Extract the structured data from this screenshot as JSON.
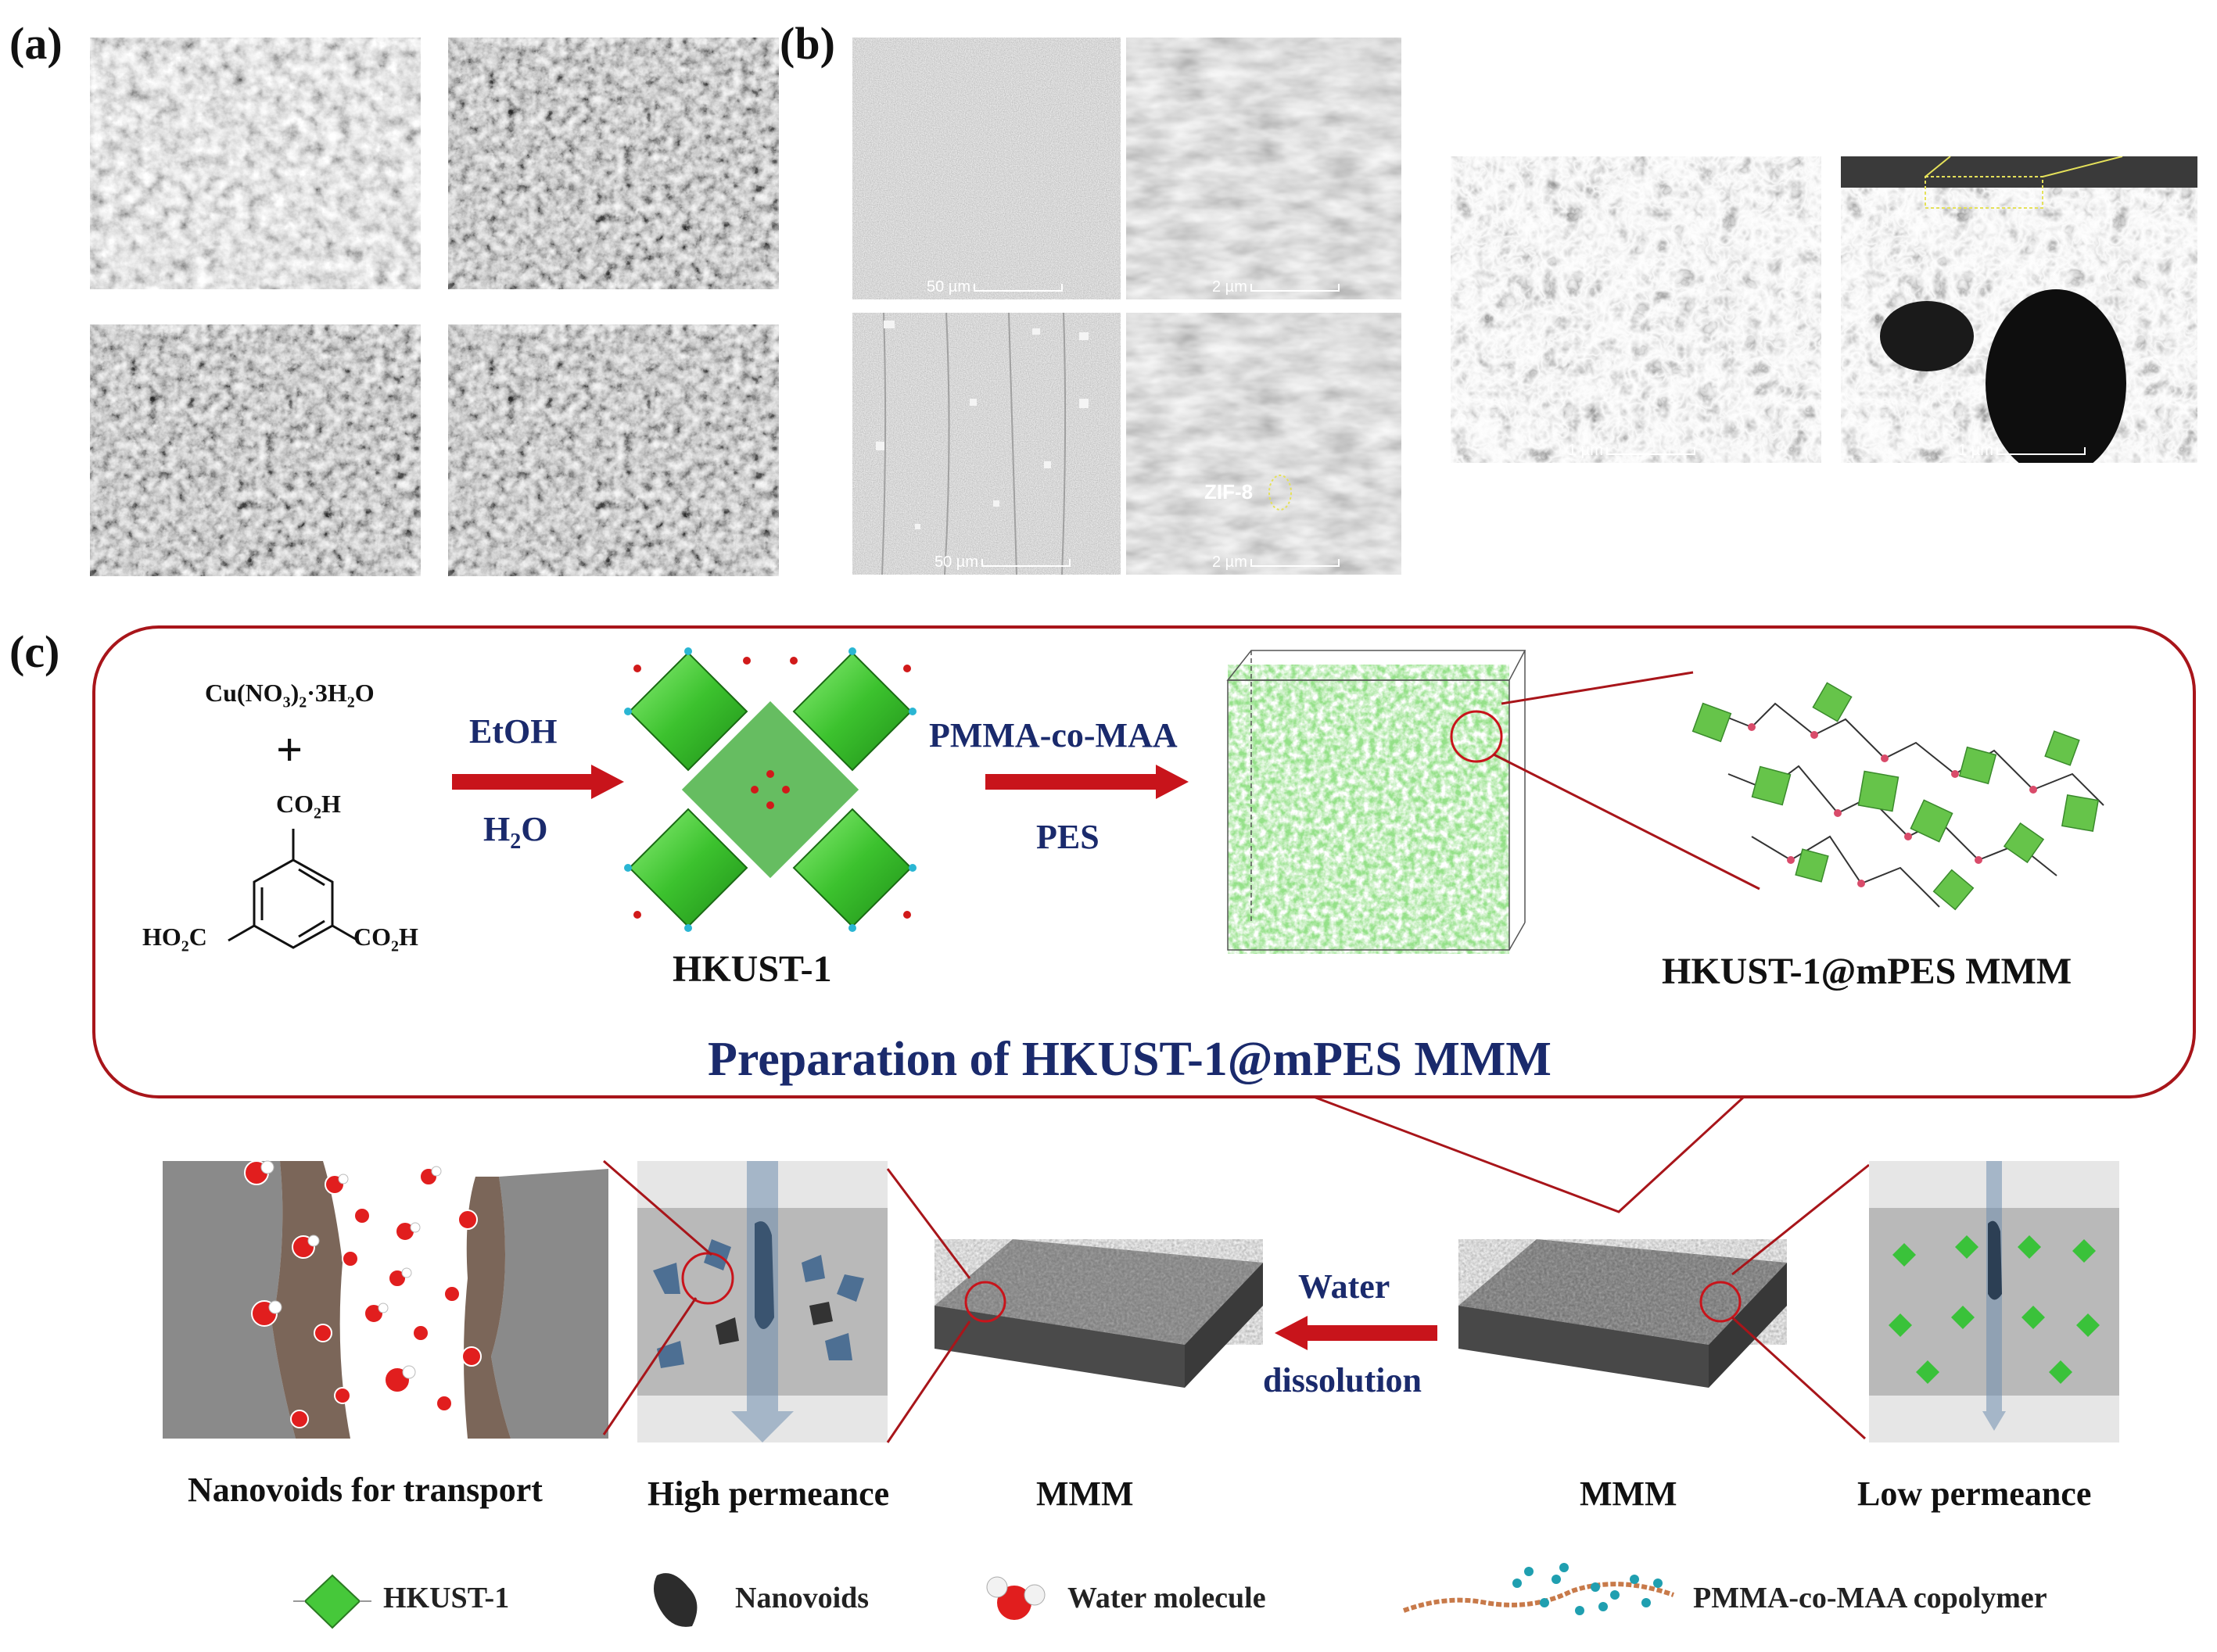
{
  "panels": {
    "a": "(a)",
    "b": "(b)",
    "c": "(c)"
  },
  "panel_b": {
    "scale_tl": "50 µm",
    "scale_tr": "2 µm",
    "scale_bl": "50 µm",
    "scale_br": "2 µm",
    "zif_label": "ZIF-8",
    "scale_cross1": "1 µm",
    "scale_cross2": "1 µm"
  },
  "synthesis": {
    "reagent_formula": "Cu(NO",
    "reagent_sub1": "3",
    "reagent_mid": ")",
    "reagent_sub2": "2",
    "reagent_tail": "·3H",
    "reagent_sub3": "2",
    "reagent_end": "O",
    "plus": "+",
    "co2h_top": "CO",
    "co2h_right": "CO",
    "ho2c_left": "HO",
    "h_suffix": "H",
    "c_suffix": "C",
    "two": "2",
    "step1_top": "EtOH",
    "step1_bottom_a": "H",
    "step1_bottom_sub": "2",
    "step1_bottom_b": "O",
    "mof_label": "HKUST-1",
    "step2_top": "PMMA-co-MAA",
    "step2_bottom": "PES",
    "mmm_label": "HKUST-1@mPES MMM",
    "title": "Preparation of HKUST-1@mPES MMM"
  },
  "bottom": {
    "label_nanovoids": "Nanovoids for transport",
    "label_high": "High permeance",
    "label_mmm1": "MMM",
    "label_mmm2": "MMM",
    "label_low": "Low permeance",
    "water_top": "Water",
    "water_bottom": "dissolution"
  },
  "legend": {
    "item1": "HKUST-1",
    "item2": "Nanovoids",
    "item3": "Water molecule",
    "item4": "PMMA-co-MAA copolymer"
  },
  "colors": {
    "red": "#c8141b",
    "frame": "#a8151a",
    "navy": "#1a2a6c",
    "green": "#46c83a"
  }
}
